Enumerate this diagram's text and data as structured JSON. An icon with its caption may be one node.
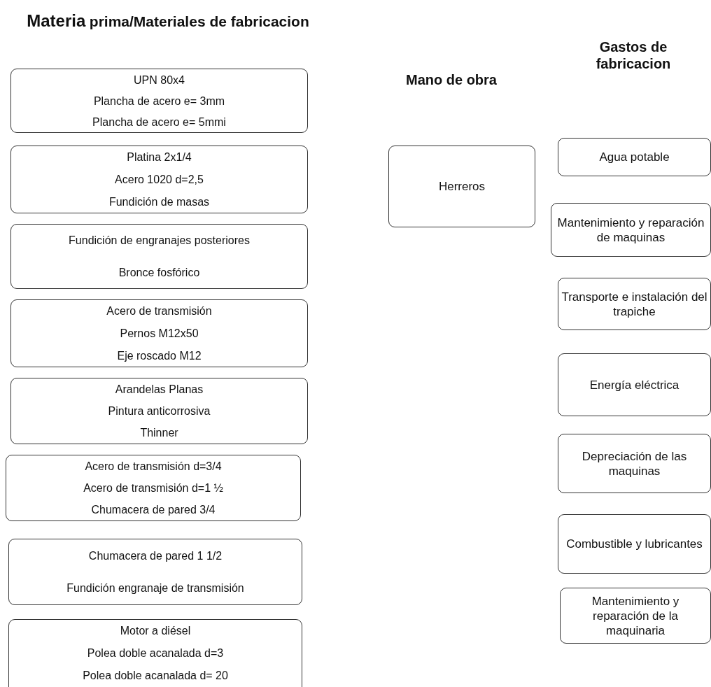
{
  "diagram": {
    "nodes": [
      {
        "text": [
          "UPN 80x4",
          "Plancha de acero e= 3mm",
          "Plancha de acero e= 5mmi"
        ]
      },
      {
        "text": [
          "Platina 2x1/4",
          "Acero 1020 d=2,5",
          "Fundición de masas"
        ]
      },
      {
        "text": [
          "Fundición de engranajes posteriores",
          "Bronce fosfórico"
        ]
      },
      {
        "text": [
          "Acero de transmisión",
          "Pernos M12x50",
          "Eje roscado M12"
        ]
      },
      {
        "text": [
          "Arandelas Planas",
          "Pintura anticorrosiva",
          "Thinner"
        ]
      },
      {
        "text": [
          "Acero de transmisión d=3/4",
          "Acero de transmisión d=1 ½",
          "Chumacera de pared 3/4"
        ]
      },
      {
        "text": [
          "Chumacera de pared 1 1/2",
          "Fundición engranaje de transmisión"
        ]
      },
      {
        "text": [
          "Motor a diésel",
          "Polea doble acanalada d=3",
          "Polea doble acanalada d= 20"
        ]
      },
      {
        "text": [
          "Herreros"
        ]
      },
      {
        "text": [
          "Agua potable"
        ]
      },
      {
        "text": [
          "Mantenimiento y reparación de maquinas"
        ]
      },
      {
        "text": [
          "Transporte e instalación del trapiche"
        ]
      },
      {
        "text": [
          "Energía eléctrica"
        ]
      },
      {
        "text": [
          "Depreciación de las maquinas"
        ]
      },
      {
        "text": [
          "Combustible y lubricantes"
        ]
      },
      {
        "text": [
          "Mantenimiento y reparación de la maquinaria"
        ]
      }
    ],
    "edges": [],
    "labels": [
      "Materia",
      "prima/Materiales de fabricacion",
      "Mano de obra",
      "Gastos de fabricacion"
    ]
  }
}
